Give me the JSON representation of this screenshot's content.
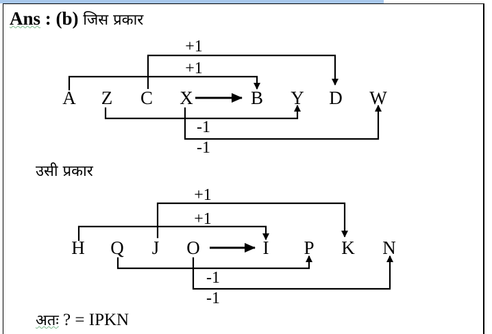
{
  "heading": {
    "ans": "Ans",
    "colon": ":",
    "option": "(b)",
    "text": "जिस प्रकार"
  },
  "diagram1": {
    "letters": [
      "A",
      "Z",
      "C",
      "X",
      "B",
      "Y",
      "D",
      "W"
    ],
    "labels": [
      "+1",
      "+1",
      "-1",
      "-1"
    ]
  },
  "similarly": "उसी प्रकार",
  "diagram2": {
    "letters": [
      "H",
      "Q",
      "J",
      "O",
      "I",
      "P",
      "K",
      "N"
    ],
    "labels": [
      "+1",
      "+1",
      "-1",
      "-1"
    ]
  },
  "answer": {
    "prefix": "अतः",
    "question": "?",
    "equals": "=",
    "value": "IPKN"
  }
}
